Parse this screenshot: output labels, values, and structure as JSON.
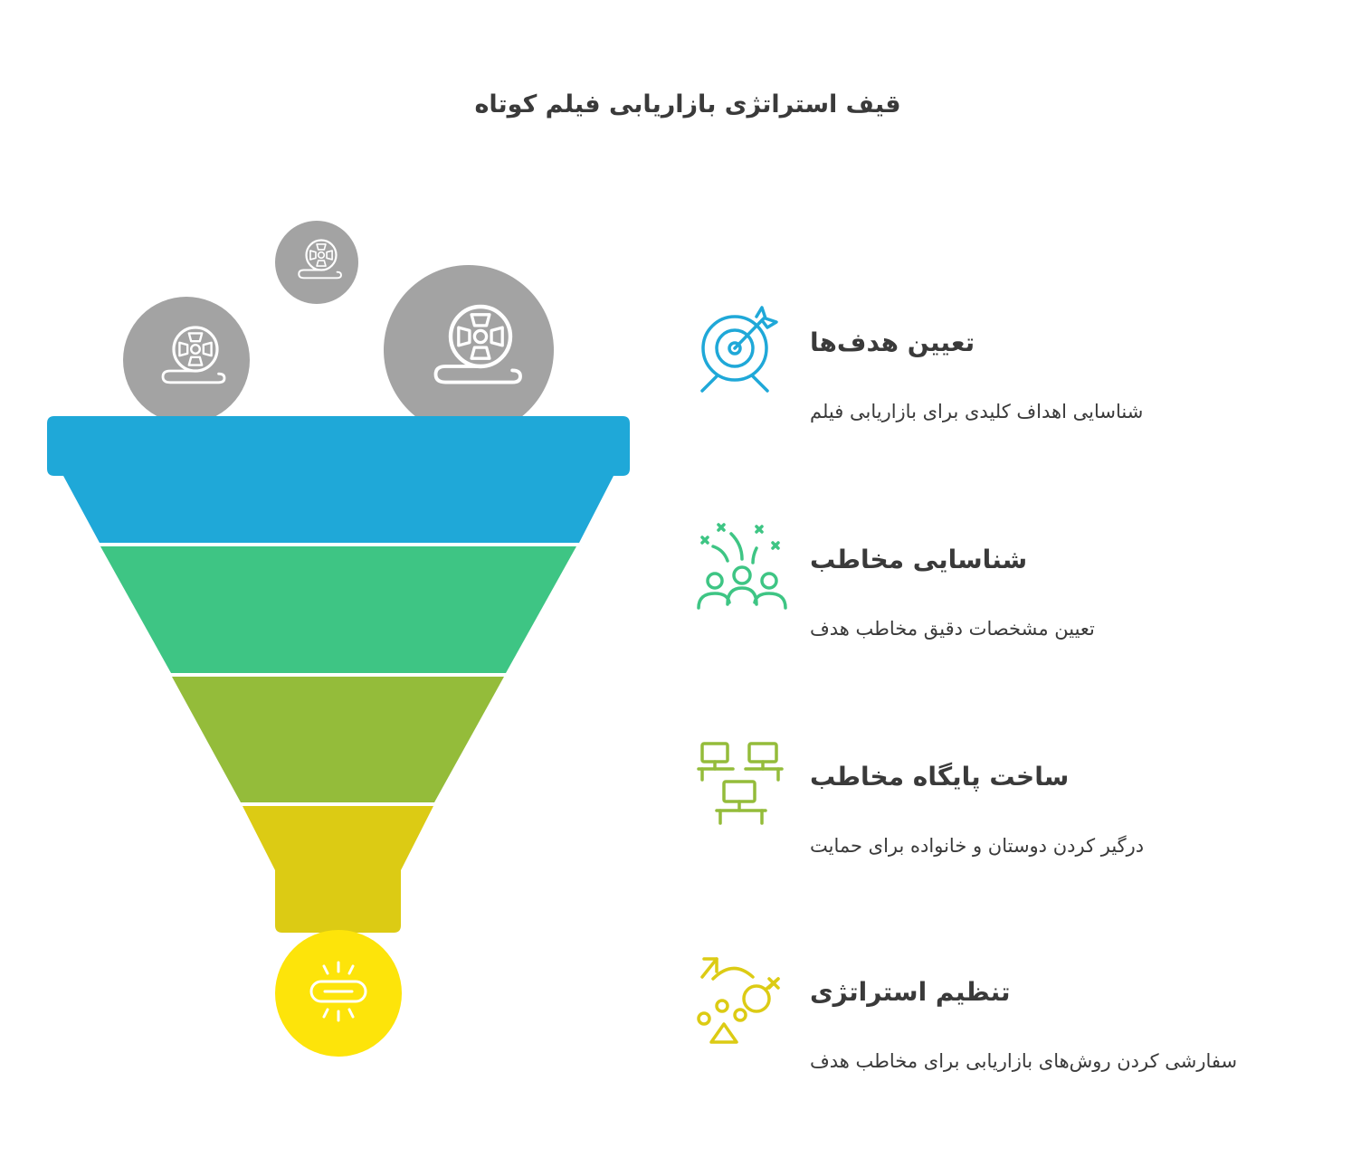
{
  "title": "قیف استراتژی بازاریابی فیلم کوتاه",
  "colors": {
    "layer1": "#1fa8d8",
    "layer2": "#3ec584",
    "layer3": "#94bc3a",
    "layer4": "#dccb14",
    "bulb": "#fde40a",
    "reel_circle": "#a3a3a3"
  },
  "funnel_icons": [
    "film-reel-icon",
    "film-reel-icon",
    "film-reel-icon",
    "light-bulb-icon"
  ],
  "steps": [
    {
      "heading": "تعیین هدف‌ها",
      "description": "شناسایی اهداف کلیدی برای بازاریابی فیلم",
      "icon": "target-arrow-icon",
      "color": "#1fa8d8"
    },
    {
      "heading": "شناسایی مخاطب",
      "description": "تعیین مشخصات دقیق مخاطب هدف",
      "icon": "audience-group-icon",
      "color": "#3ec584"
    },
    {
      "heading": "ساخت پایگاه مخاطب",
      "description": "درگیر کردن دوستان و خانواده برای حمایت",
      "icon": "network-computers-icon",
      "color": "#94bc3a"
    },
    {
      "heading": "تنظیم استراتژی",
      "description": "سفارشی کردن روش‌های بازاریابی برای مخاطب هدف",
      "icon": "strategy-shapes-icon",
      "color": "#dccb14"
    }
  ]
}
